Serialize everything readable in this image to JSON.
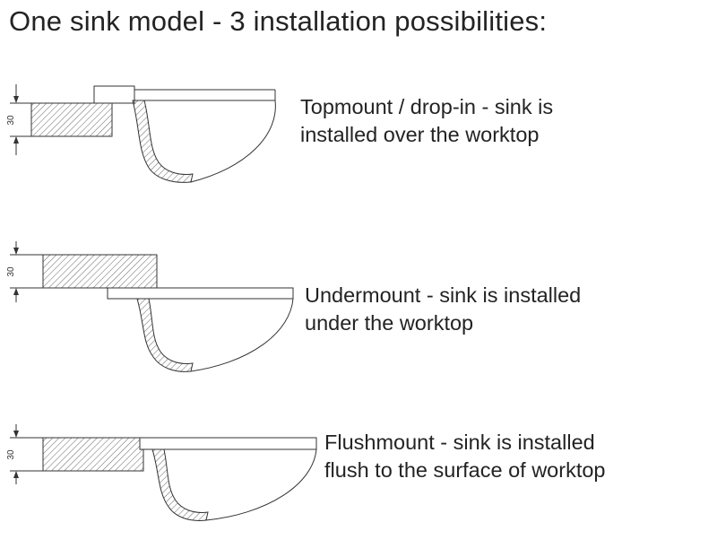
{
  "title": "One sink model - 3 installation possibilities:",
  "colors": {
    "ink": "#232323",
    "line": "#3a3a3a",
    "hatch": "#555555",
    "background": "#ffffff"
  },
  "rows": [
    {
      "name": "topmount",
      "dimension": "30",
      "lines": [
        "Topmount / drop-in - sink is",
        "installed over the worktop"
      ]
    },
    {
      "name": "undermount",
      "dimension": "30",
      "lines": [
        "Undermount - sink is installed",
        "under the worktop"
      ]
    },
    {
      "name": "flushmount",
      "dimension": "30",
      "lines": [
        "Flushmount - sink is installed",
        "flush to the surface of worktop"
      ]
    }
  ]
}
